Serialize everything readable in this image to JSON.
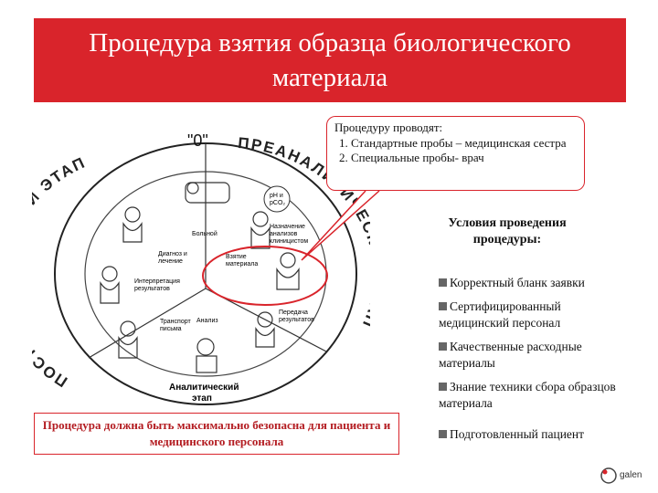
{
  "title": "Процедура взятия образца биологического материала",
  "callout": {
    "intro": "Процедуру проводят:",
    "items": [
      "Стандартные пробы – медицинская сестра",
      "Специальные пробы- врач"
    ]
  },
  "conditions": {
    "title": "Условия проведения процедуры:",
    "items": [
      "Корректный бланк заявки",
      "Сертифицированный медицинский персонал",
      "Качественные расходные материалы",
      "Знание техники сбора образцов материала",
      "Подготовленный пациент"
    ]
  },
  "bottom_note": "Процедура должна быть максимально безопасна для пациента и медицинского персонала",
  "diagram": {
    "zero_label": "\"0\"",
    "arc_outer_left": "ПОСТАНАЛИТИЧЕСКИЙ ЭТАП",
    "arc_outer_right": "ПРЕАНАЛИТИЧЕСКИЙ ЭТАП",
    "analytic_stage": [
      "Аналитический",
      "этап"
    ],
    "steps": {
      "patient": "Больной",
      "diagnosis": [
        "Диагноз и",
        "лечение"
      ],
      "interpretation": [
        "Интерпретация",
        "результатов"
      ],
      "report_transport": [
        "Транспорт",
        "письма"
      ],
      "analysis": "Анализ",
      "sample_transfer": [
        "Передача",
        "результатов"
      ],
      "sample_taking": [
        "Взятие",
        "материала"
      ],
      "test_order": [
        "Назначение",
        "анализов",
        "клиницистом"
      ],
      "test_types": [
        "pH и",
        "pCO₂"
      ]
    }
  },
  "logo": {
    "text": "galen"
  },
  "colors": {
    "accent": "#d9242b",
    "bullet": "#666666"
  }
}
